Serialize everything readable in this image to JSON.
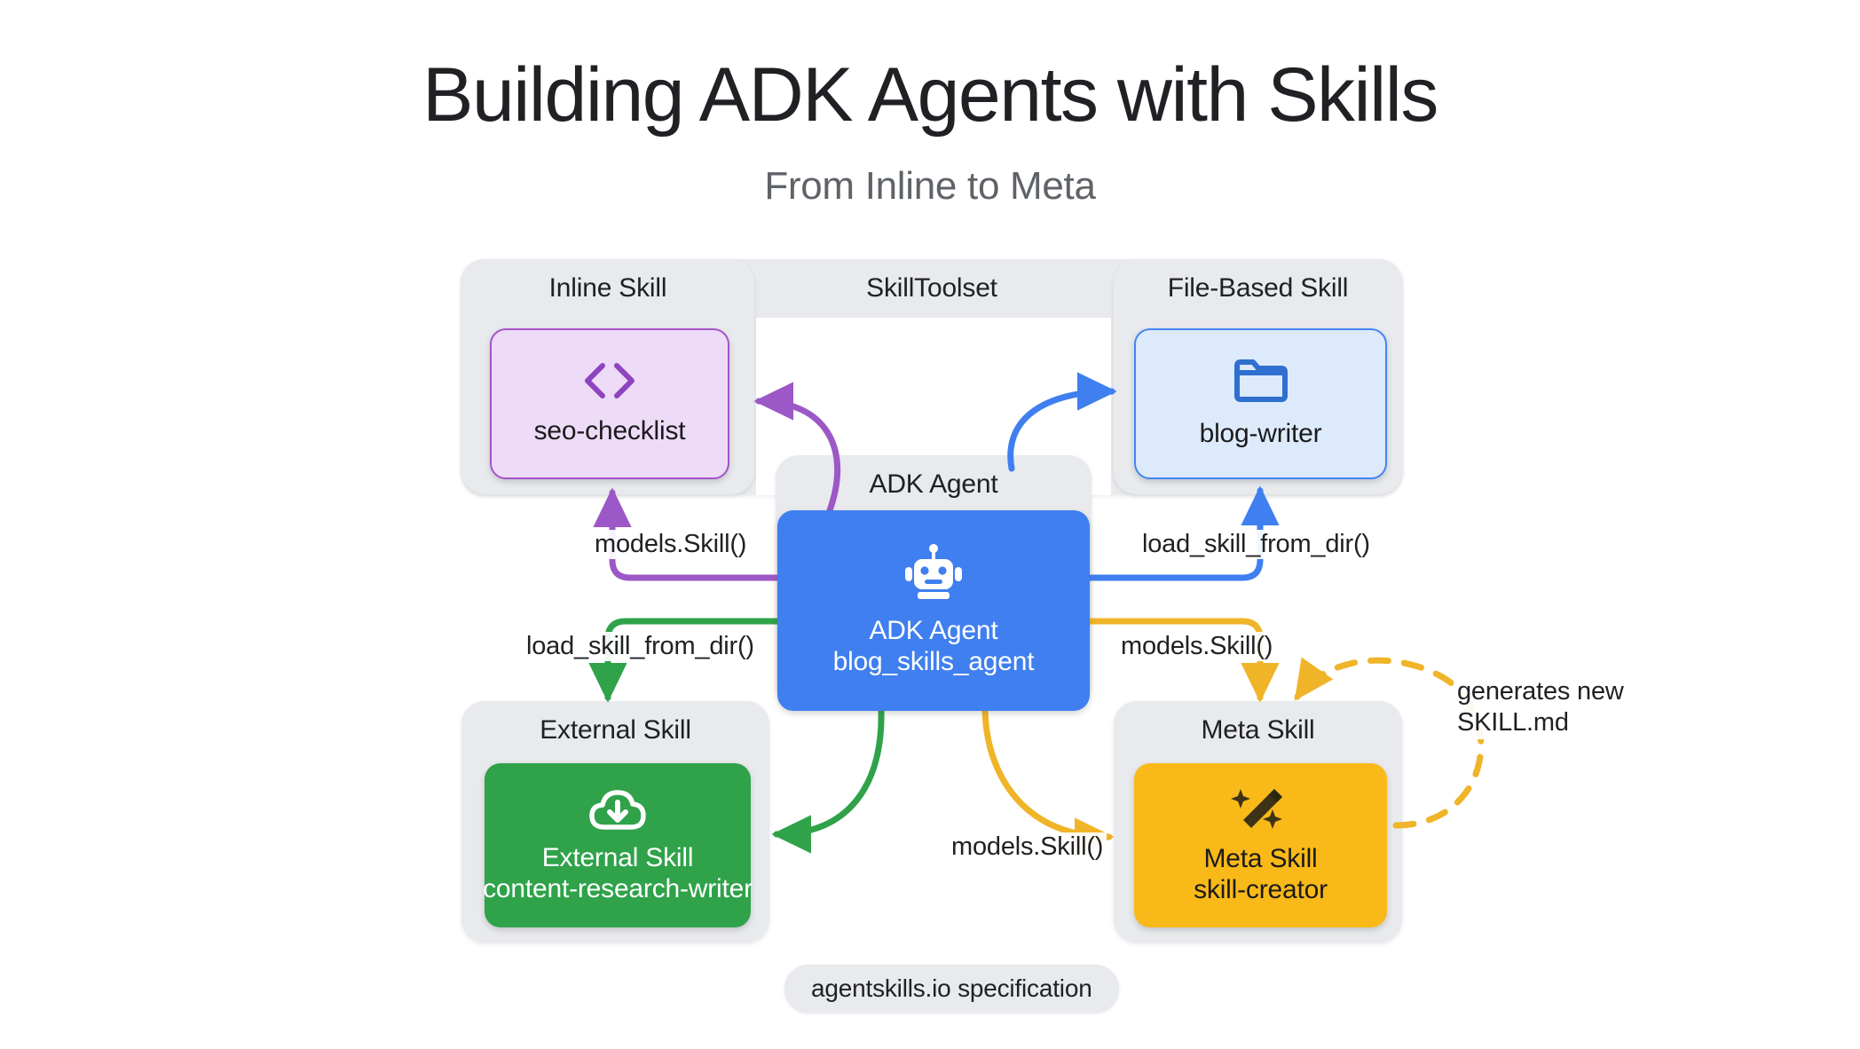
{
  "header": {
    "title": "Building ADK Agents with Skills",
    "subtitle": "From Inline to Meta"
  },
  "groups": {
    "skilltoolset": {
      "label": "SkillToolset"
    },
    "inline": {
      "label": "Inline Skill"
    },
    "file_based": {
      "label": "File-Based Skill"
    },
    "adk_agent": {
      "label": "ADK Agent"
    },
    "external": {
      "label": "External Skill"
    },
    "meta": {
      "label": "Meta Skill"
    }
  },
  "nodes": {
    "inline_skill": {
      "icon": "code-brackets-icon",
      "line1": "seo-checklist",
      "line2": "",
      "fill": "#eddbf7",
      "stroke": "#a653c9"
    },
    "file_based_skill": {
      "icon": "folder-icon",
      "line1": "blog-writer",
      "line2": "",
      "fill": "#ddeafb",
      "stroke": "#4285f4"
    },
    "adk_agent": {
      "icon": "robot-icon",
      "line1": "ADK Agent",
      "line2": "blog_skills_agent",
      "fill": "#3f7ff0",
      "stroke": "#3f7ff0"
    },
    "external_skill": {
      "icon": "cloud-download-icon",
      "line1": "External Skill",
      "line2": "content-research-writer",
      "fill": "#2fa24a",
      "stroke": "#2fa24a"
    },
    "meta_skill": {
      "icon": "magic-wand-icon",
      "line1": "Meta Skill",
      "line2": "skill-creator",
      "fill": "#f9b918",
      "stroke": "#f9b918"
    }
  },
  "edges": [
    {
      "id": "agent-to-inline-top",
      "label": "",
      "color": "#9c58c6",
      "style": "solid"
    },
    {
      "id": "agent-to-inline-bottom",
      "label": "models.Skill()",
      "color": "#9c58c6",
      "style": "solid"
    },
    {
      "id": "agent-to-file-top",
      "label": "",
      "color": "#3f7ff0",
      "style": "solid"
    },
    {
      "id": "agent-to-file-bottom",
      "label": "load_skill_from_dir()",
      "color": "#3f7ff0",
      "style": "solid"
    },
    {
      "id": "agent-to-external-top",
      "label": "load_skill_from_dir()",
      "color": "#2fa24a",
      "style": "solid"
    },
    {
      "id": "agent-to-external-bottom",
      "label": "",
      "color": "#2fa24a",
      "style": "solid"
    },
    {
      "id": "agent-to-meta-top",
      "label": "models.Skill()",
      "color": "#f0b429",
      "style": "solid"
    },
    {
      "id": "agent-to-meta-bottom",
      "label": "models.Skill()",
      "color": "#f0b429",
      "style": "solid"
    },
    {
      "id": "meta-self-loop",
      "label": "generates new SKILL.md",
      "color": "#f0b429",
      "style": "dashed"
    }
  ],
  "edge_labels": {
    "models_skill_inline": "models.Skill()",
    "load_skill_from_dir_file": "load_skill_from_dir()",
    "load_skill_from_dir_external": "load_skill_from_dir()",
    "models_skill_meta_upper": "models.Skill()",
    "models_skill_meta_lower": "models.Skill()",
    "generates_line1": "generates new",
    "generates_line2": "SKILL.md"
  },
  "footer": {
    "spec_label": "agentskills.io specification"
  },
  "colors": {
    "background": "#ffffff",
    "group_gray": "#e8eaed",
    "purple": "#9c58c6",
    "blue": "#3f7ff0",
    "green": "#2fa24a",
    "amber": "#f0b429",
    "text": "#202124",
    "muted_text": "#5f6368"
  }
}
